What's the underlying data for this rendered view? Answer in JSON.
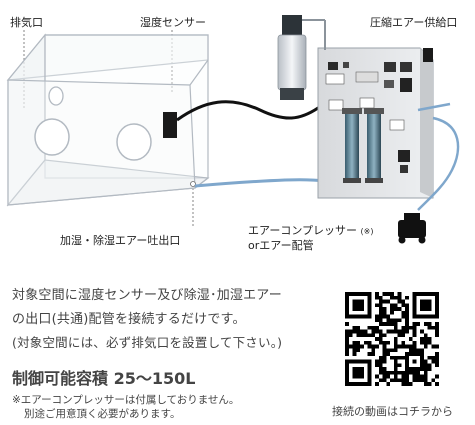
{
  "labels": {
    "exhaust": "排気口",
    "humidity_sensor": "湿度センサー",
    "compressed_air_inlet": "圧縮エアー供給口",
    "air_outlet": "加湿・除湿エアー吐出口",
    "compressor_line1": "エアーコンプレッサー",
    "compressor_note_mark": "(※)",
    "compressor_line2": "orエアー配管"
  },
  "description": {
    "line1": "対象空間に湿度センサー及び除湿･加湿エアー",
    "line2": "の出口(共通)配管を接続するだけです。",
    "line3": "(対象空間には、必ず排気口を設置して下さい。)"
  },
  "capacity": "制御可能容積 25～150L",
  "notes": {
    "line1": "※エアーコンプレッサーは付属しておりません。",
    "line2": "別途ご用意頂く必要があります。"
  },
  "qr_caption": "接続の動画はコチラから",
  "colors": {
    "hose_blue": "#7fa7cc",
    "cable_black": "#111111",
    "box_edge": "#b0b8c0"
  }
}
